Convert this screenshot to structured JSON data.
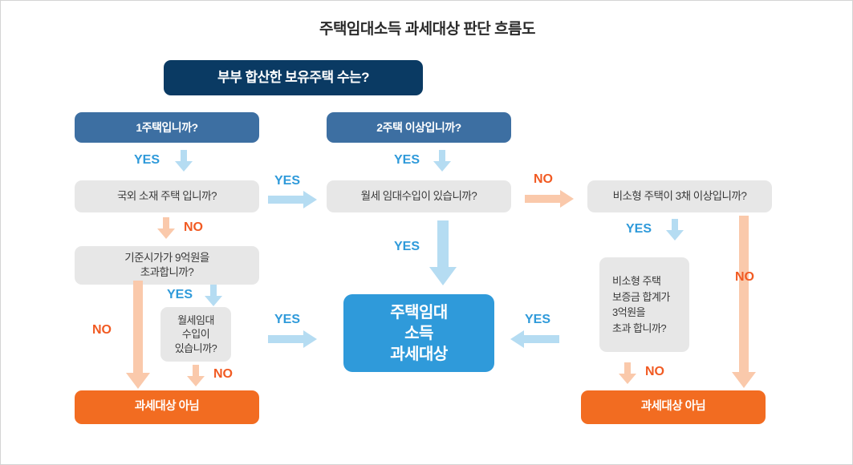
{
  "page": {
    "title": "주택임대소득 과세대상 판단 흐름도"
  },
  "colors": {
    "navy": "#0a3a63",
    "blue": "#3d6fa2",
    "cyan": "#2f9ada",
    "cyan_light": "#b5dcf2",
    "orange": "#f26c21",
    "orange_text": "#f15a22",
    "salmon": "#fac9ab",
    "gray_box": "#e7e7e7",
    "border": "#d4d4d4"
  },
  "nodes": {
    "root": "부부 합산한 보유주택 수는?",
    "one_house": "1주택입니까?",
    "two_house": "2주택 이상입니까?",
    "overseas": "국외 소재 주택 입니까?",
    "monthly_rent_mid": "월세 임대수입이 있습니까?",
    "nonsmall_three": "비소형 주택이 3채 이상입니까?",
    "price_over_900m": "기준시가가 9억원을\n초과합니까?",
    "price_over_900m_line1": "기준시가가 9억원을",
    "price_over_900m_line2": "초과합니까?",
    "monthly_rent_left_line1": "월세임대",
    "monthly_rent_left_line2": "수입이",
    "monthly_rent_left_line3": "있습니까?",
    "deposit_line1": "비소형 주택",
    "deposit_line2": "보증금 합계가",
    "deposit_line3": "3억원을",
    "deposit_line4": "초과 합니까?",
    "result_taxable_line1": "주택임대",
    "result_taxable_line2": "소득",
    "result_taxable_line3": "과세대상",
    "result_not_taxable_left": "과세대상 아님",
    "result_not_taxable_right": "과세대상 아님"
  },
  "labels": {
    "yes": "YES",
    "no": "NO",
    "yes_one_house_to_overseas": "YES",
    "yes_two_house_to_rent": "YES",
    "no_overseas_to_price": "NO",
    "yes_price_to_rent_left": "YES",
    "no_rent_left_to_result": "NO",
    "no_price_to_result": "NO",
    "yes_left_to_center": "YES",
    "yes_left_rent_to_center": "YES",
    "yes_rent_to_center": "YES",
    "no_rent_to_nonsmall": "NO",
    "yes_nonsmall_to_deposit": "YES",
    "no_nonsmall_to_result": "NO",
    "no_deposit_to_result": "NO",
    "yes_deposit_to_center": "YES"
  }
}
